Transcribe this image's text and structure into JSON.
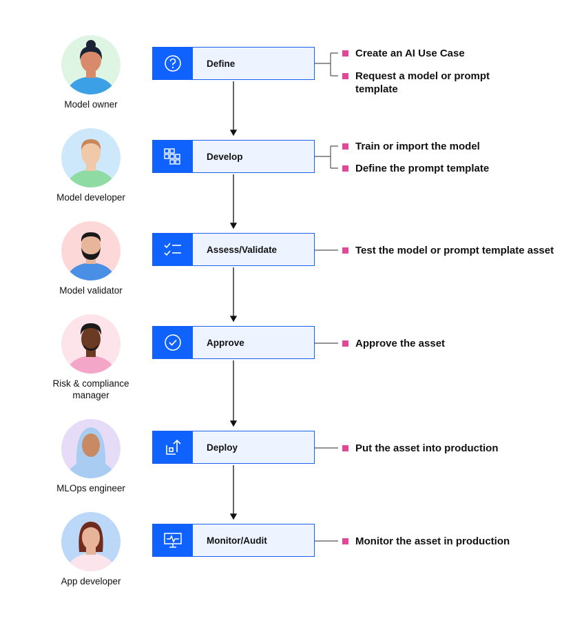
{
  "stages": [
    {
      "label": "Define",
      "icon": "question-icon",
      "role": "Model owner",
      "tasks": [
        "Create an AI Use Case",
        "Request a model or prompt\ntemplate"
      ]
    },
    {
      "label": "Develop",
      "icon": "grid-blocks-icon",
      "role": "Model developer",
      "tasks": [
        "Train or import the model",
        "Define the prompt template"
      ]
    },
    {
      "label": "Assess/Validate",
      "icon": "checklist-icon",
      "role": "Model validator",
      "tasks": [
        "Test the model or prompt template asset"
      ]
    },
    {
      "label": "Approve",
      "icon": "checkmark-circle-icon",
      "role": "Risk & compliance\nmanager",
      "tasks": [
        "Approve the asset"
      ]
    },
    {
      "label": "Deploy",
      "icon": "deploy-arrow-icon",
      "role": "MLOps engineer",
      "tasks": [
        "Put the asset into production"
      ]
    },
    {
      "label": "Monitor/Audit",
      "icon": "monitor-pulse-icon",
      "role": "App developer",
      "tasks": [
        "Monitor the asset in production"
      ]
    }
  ],
  "colors": {
    "stage_icon_bg": "#0f62fe",
    "stage_label_bg": "#eef4ff",
    "bullet": "#e2479a",
    "connector": "#111111"
  }
}
